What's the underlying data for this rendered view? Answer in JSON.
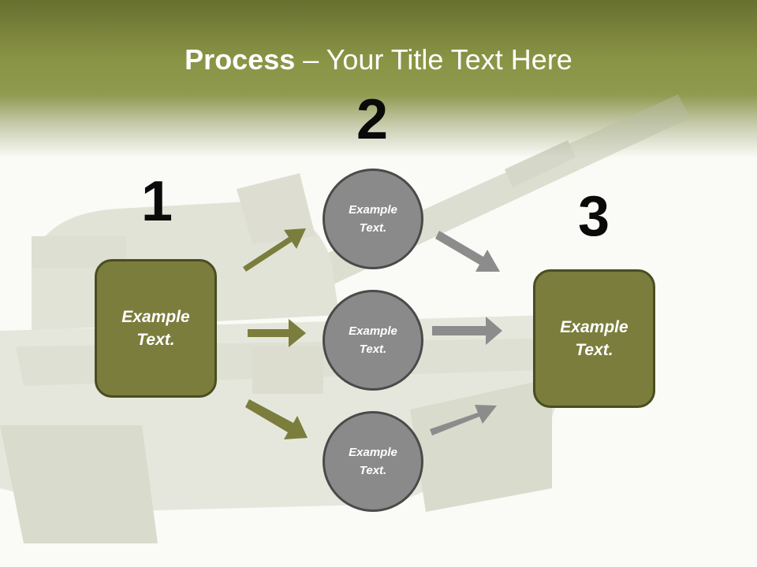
{
  "title": {
    "bold": "Process",
    "rest": " – Your Title Text Here"
  },
  "steps": {
    "one": "1",
    "two": "2",
    "three": "3"
  },
  "boxes": {
    "left": "Example Text.",
    "right": "Example Text."
  },
  "circles": {
    "top": "Example Text.",
    "middle": "Example Text.",
    "bottom": "Example Text."
  },
  "colors": {
    "header": "#8a9445",
    "box_fill": "#7b7d3c",
    "circle_fill": "#8a8a8a",
    "arrow_olive": "#7b7d3c",
    "arrow_gray": "#8c8c8c"
  }
}
